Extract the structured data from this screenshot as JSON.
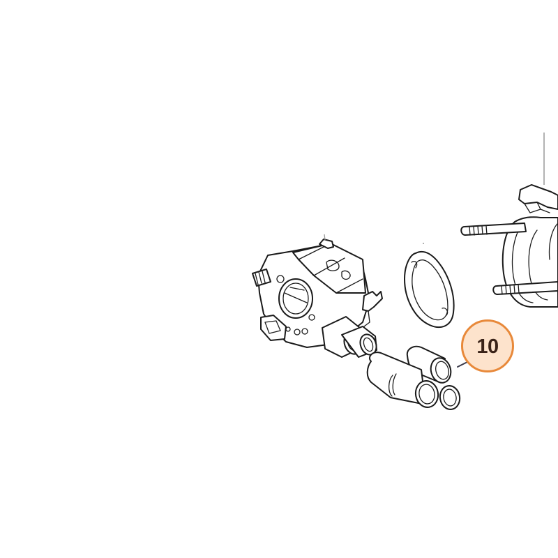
{
  "diagram": {
    "type": "exploded-parts-view",
    "background": "#ffffff",
    "parts": [
      {
        "name": "carburetor",
        "position": "center-left"
      },
      {
        "name": "gasket",
        "position": "center"
      },
      {
        "name": "intake-manifold-boot",
        "position": "center-right-lower"
      },
      {
        "name": "cylinder-flange-with-studs",
        "position": "right-edge"
      }
    ],
    "callouts": [
      {
        "label": "10",
        "target": "intake-manifold-boot",
        "circle_fill": "#fde3cc",
        "circle_stroke": "#e8893a",
        "text_color": "#3a2318"
      }
    ]
  }
}
